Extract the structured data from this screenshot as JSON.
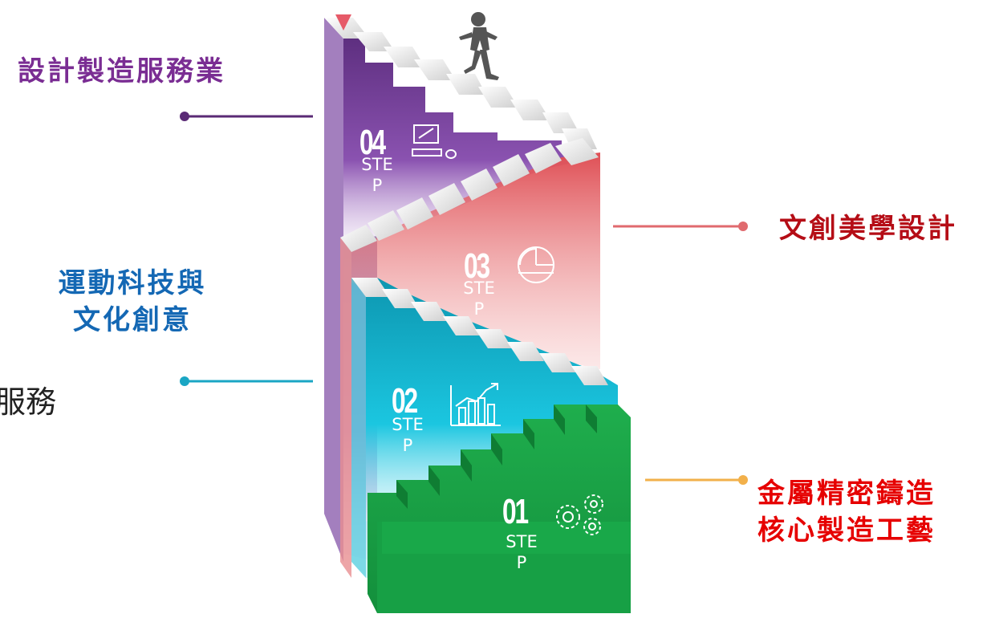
{
  "labels": {
    "step4": "設計製造服務業",
    "step3": "文創美學設計",
    "step2_line1": "運動科技與",
    "step2_line2": "文化創意",
    "step1_line1": "金屬精密鑄造",
    "step1_line2": "核心製造工藝",
    "cutoff_text": "服務"
  },
  "steps": [
    {
      "number": "01",
      "word": "STEP",
      "icon": "gears-icon"
    },
    {
      "number": "02",
      "word": "STEP",
      "icon": "growth-chart-icon"
    },
    {
      "number": "03",
      "word": "STEP",
      "icon": "pie-chart-icon"
    },
    {
      "number": "04",
      "word": "STEP",
      "icon": "computer-icon"
    }
  ],
  "colors": {
    "step1": "#1aa64a",
    "step2": "#14b4cf",
    "step3": "#e35a5f",
    "step4": "#6e3d8f",
    "label_purple": "#7a2d93",
    "label_blue": "#1468b4",
    "label_red": "#b50d16",
    "label_bright_red": "#e60000"
  }
}
